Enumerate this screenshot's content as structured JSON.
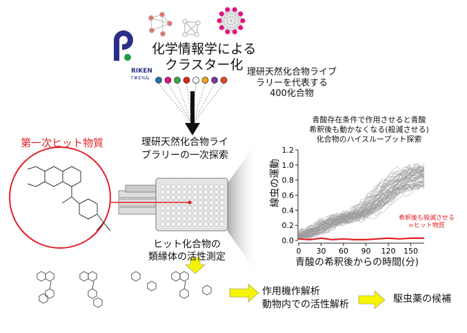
{
  "logo": {
    "text": "RIKEN",
    "sub": "Γ#$%&"
  },
  "clustering": {
    "line1": "化学情報学による",
    "line2": "クラスター化"
  },
  "representative": {
    "line1": "理研天然化合物ライブ",
    "line2": "ラリーを代表する",
    "line3": "400化合物"
  },
  "cluster_colors": [
    "#2a6fb5",
    "#e0147f",
    "#3aa845",
    "#e32323",
    "#ffffff",
    "#f4a11c",
    "#7b3a96",
    "#e8452a"
  ],
  "primary_screen": {
    "line1": "理研天然化合物ライ",
    "line2": "ブラリーの一次探索"
  },
  "first_hit": {
    "label": "第一次ヒット物質"
  },
  "analog": {
    "line1": "ヒット化合物の",
    "line2": "類縁体の活性測定"
  },
  "steps": {
    "mechanism": "作用機作解析",
    "in_vivo": "動物内での活性解析",
    "candidate": "駆虫薬の候補"
  },
  "chart_title": {
    "line1": "青酸存在条件で作用させると青酸",
    "line2": "希釈後も動かなくなる(殺滅させる)",
    "line3": "化合物のハイスループット探索"
  },
  "hit_annotation": {
    "line1": "希釈後も殺滅させる",
    "line2": "=ヒット物質"
  },
  "accent_red": "#e31e24",
  "arrow_yellow": "#f5f500",
  "chart_data": {
    "type": "line",
    "xlabel": "青酸の希釈後からの時間(分)",
    "ylabel": "線虫の運動",
    "xlim": [
      0,
      168
    ],
    "ylim": [
      0,
      1.2
    ],
    "xticks": [
      "0",
      "30",
      "60",
      "90",
      "120",
      "150"
    ],
    "yticks": [
      "0.0",
      "0.2",
      "0.4",
      "0.6",
      "0.8",
      "1.0",
      "1.2"
    ],
    "grid": false,
    "series": [
      {
        "color": "#999999",
        "x": [
          0,
          15,
          30,
          45,
          60,
          75,
          90,
          105,
          120,
          135,
          150,
          168
        ],
        "values": [
          0.05,
          0.1,
          0.17,
          0.25,
          0.3,
          0.33,
          0.4,
          0.52,
          0.66,
          0.78,
          0.85,
          0.88
        ]
      },
      {
        "color": "#e31e24",
        "x": [
          0,
          15,
          30,
          45,
          60,
          75,
          90,
          105,
          120,
          135,
          150,
          168
        ],
        "values": [
          0.02,
          0.01,
          0.03,
          0.01,
          0.02,
          0.01,
          0.01,
          0.02,
          0.03,
          0.02,
          0.03,
          0.03
        ]
      }
    ]
  }
}
